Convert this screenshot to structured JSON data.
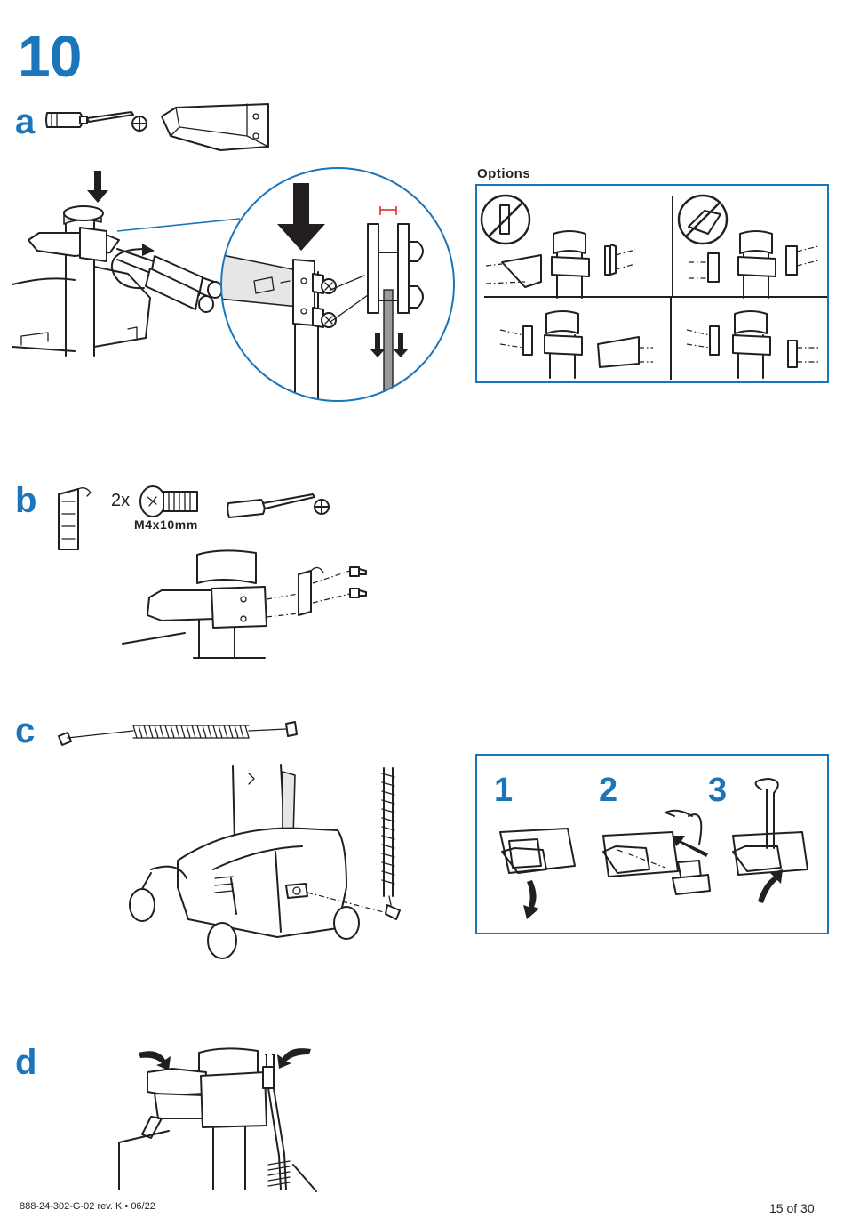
{
  "page": {
    "step_number": "10",
    "footer_doc_id": "888-24-302-G-02 rev. K • 06/22",
    "footer_page": "15 of 30"
  },
  "substeps": {
    "a": {
      "label": "a",
      "options_title": "Options"
    },
    "b": {
      "label": "b",
      "quantity": "2x",
      "screw_size": "M4x10mm"
    },
    "c": {
      "label": "c",
      "steps": [
        "1",
        "2",
        "3"
      ]
    },
    "d": {
      "label": "d"
    }
  },
  "icons": {
    "tool": "phillips-screwdriver-icon",
    "bracket": "cable-bracket-icon",
    "screw": "m4-screw-icon",
    "prohibited": "prohibited-icon",
    "cable": "coiled-power-cable-icon"
  },
  "colors": {
    "accent_blue": "#1a75bb",
    "line": "#231f20",
    "measure_red": "#e2231a"
  }
}
